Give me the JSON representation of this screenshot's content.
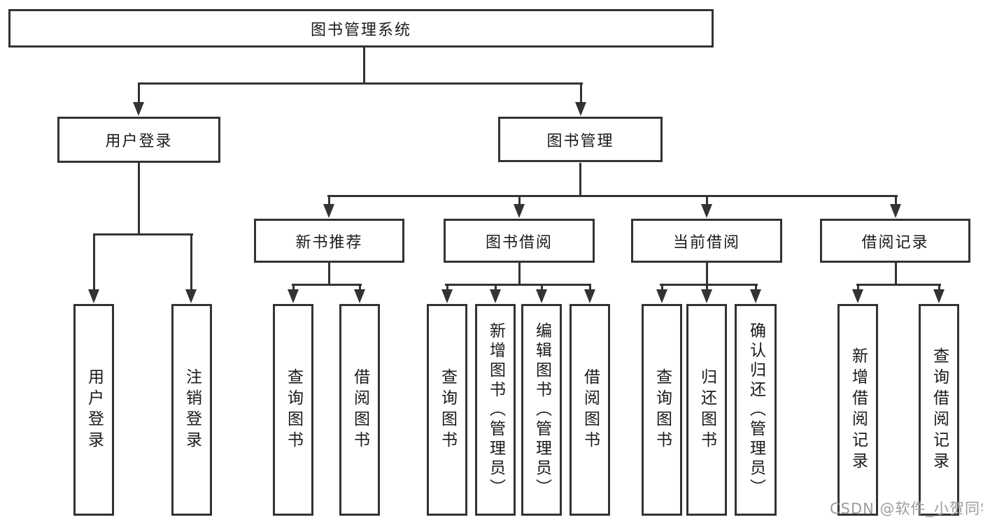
{
  "diagram": {
    "type": "tree",
    "title": "图书管理系统",
    "level1": [
      {
        "label": "用户登录",
        "children": [
          {
            "label": "用户登录"
          },
          {
            "label": "注销登录"
          }
        ]
      },
      {
        "label": "图书管理",
        "groups": [
          {
            "label": "新书推荐",
            "children": [
              {
                "label": "查询图书"
              },
              {
                "label": "借阅图书"
              }
            ]
          },
          {
            "label": "图书借阅",
            "children": [
              {
                "label": "查询图书"
              },
              {
                "label": "新增图书（管理员）"
              },
              {
                "label": "编辑图书（管理员）"
              },
              {
                "label": "借阅图书"
              }
            ]
          },
          {
            "label": "当前借阅",
            "children": [
              {
                "label": "查询图书"
              },
              {
                "label": "归还图书"
              },
              {
                "label": "确认归还（管理员）"
              }
            ]
          },
          {
            "label": "借阅记录",
            "children": [
              {
                "label": "新增借阅记录"
              },
              {
                "label": "查询借阅记录"
              }
            ]
          }
        ]
      }
    ]
  },
  "watermark": {
    "text": "CSDN @软件_小贺同学",
    "color": "#9c9c9c"
  },
  "colors": {
    "line": "#333333",
    "text": "#1a1a1a",
    "background": "#ffffff"
  }
}
